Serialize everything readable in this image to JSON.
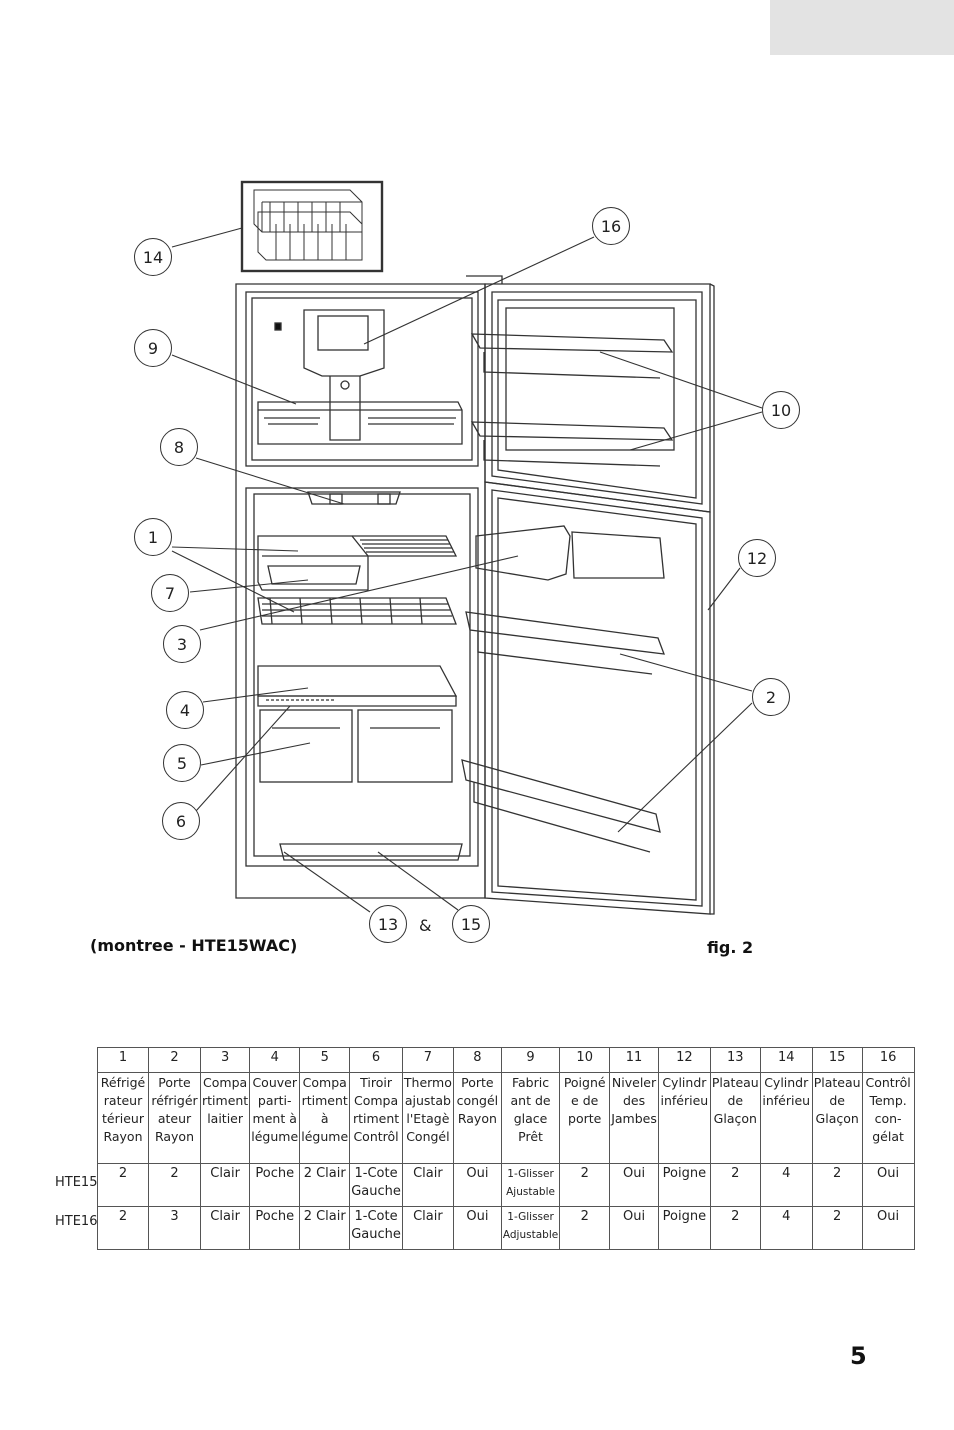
{
  "figure": {
    "caption_model": "(montree - HTE15WAC)",
    "caption_fig": "fig. 2",
    "ampersand": "&",
    "callouts": [
      "1",
      "2",
      "3",
      "4",
      "5",
      "6",
      "7",
      "8",
      "9",
      "10",
      "12",
      "13",
      "14",
      "15",
      "16"
    ]
  },
  "table": {
    "numbers": [
      "1",
      "2",
      "3",
      "4",
      "5",
      "6",
      "7",
      "8",
      "9",
      "10",
      "11",
      "12",
      "13",
      "14",
      "15",
      "16"
    ],
    "descriptions": [
      [
        "Réfrigé",
        "rateur",
        "térieur",
        "Rayon"
      ],
      [
        "Porte",
        "réfrigér",
        "ateur",
        "Rayon"
      ],
      [
        "Compa",
        "rtiment",
        "laitier"
      ],
      [
        "Couver",
        "parti-",
        "ment à",
        "légume"
      ],
      [
        "Compa",
        "rtiment",
        "à",
        "légume"
      ],
      [
        "Tiroir",
        "Compa",
        "rtiment",
        "Contrôl"
      ],
      [
        "Thermo",
        "ajustab",
        "l'Etagè",
        "Congél"
      ],
      [
        "Porte",
        "congél",
        "Rayon"
      ],
      [
        "Fabric",
        "ant de",
        "glace",
        "Prêt"
      ],
      [
        "Poigné",
        "e de",
        "porte"
      ],
      [
        "Niveler",
        "des",
        "Jambes"
      ],
      [
        "Cylindr",
        "inférieu"
      ],
      [
        "Plateau",
        "de",
        "Glaçon"
      ],
      [
        "Cylindr",
        "inférieu"
      ],
      [
        "Plateau",
        "de",
        "Glaçon"
      ],
      [
        "Contrôl",
        "Temp.",
        "con-",
        "gélat"
      ]
    ],
    "rows": [
      {
        "label": "HTE15",
        "values": [
          "2",
          "2",
          "Clair",
          "Poche",
          "2 Clair",
          [
            "1-Cote",
            "Gauche"
          ],
          "Clair",
          "Oui",
          [
            "1-Glisser",
            "Ajustable"
          ],
          "2",
          "Oui",
          "Poigne",
          "2",
          "4",
          "2",
          "Oui"
        ]
      },
      {
        "label": "HTE16",
        "values": [
          "2",
          "3",
          "Clair",
          "Poche",
          "2 Clair",
          [
            "1-Cote",
            "Gauche"
          ],
          "Clair",
          "Oui",
          [
            "1-Glisser",
            "Adjustable"
          ],
          "2",
          "Oui",
          "Poigne",
          "2",
          "4",
          "2",
          "Oui"
        ]
      }
    ]
  },
  "page_number": "5"
}
